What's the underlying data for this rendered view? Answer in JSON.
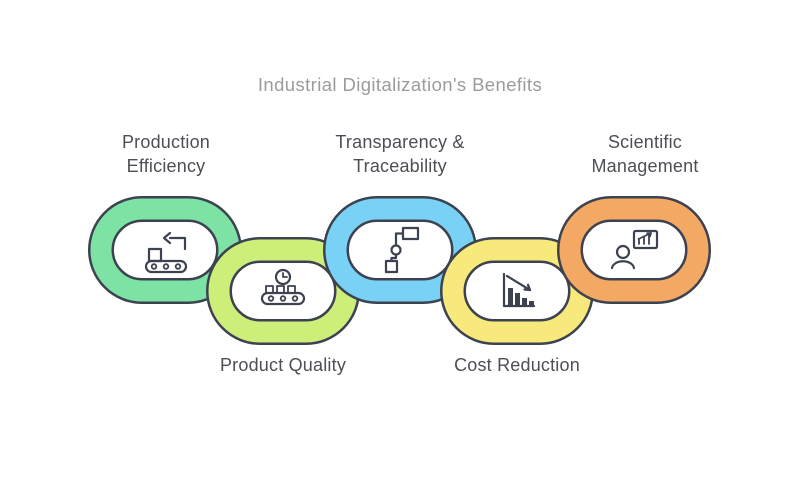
{
  "title": "Industrial Digitalization's Benefits",
  "colors": {
    "outline": "#3d4250",
    "title_text": "#9b9b9b",
    "label_text": "#4f4e55"
  },
  "links": [
    {
      "label": "Production\nEfficiency",
      "color": "#7ce3a4",
      "icon": "robot-arm-conveyor-icon",
      "row": "top"
    },
    {
      "label": "Product Quality",
      "color": "#cdef7a",
      "icon": "clock-conveyor-icon",
      "row": "bottom"
    },
    {
      "label": "Transparency &\nTraceability",
      "color": "#79d2f5",
      "icon": "flowchart-icon",
      "row": "top"
    },
    {
      "label": "Cost Reduction",
      "color": "#f8e97c",
      "icon": "declining-chart-icon",
      "row": "bottom"
    },
    {
      "label": "Scientific\nManagement",
      "color": "#f3a963",
      "icon": "person-chart-icon",
      "row": "top"
    }
  ]
}
